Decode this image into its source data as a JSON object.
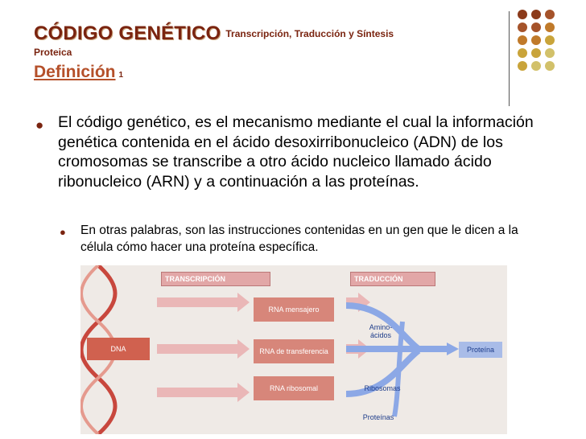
{
  "slide": {
    "title": "CÓDIGO GENÉTICO",
    "subtitle_line1": "Transcripción, Traducción y Síntesis",
    "subtitle_line2": "Proteica",
    "heading": "Definición",
    "heading_index": "1"
  },
  "body": {
    "paragraph1": "El código genético, es el mecanismo mediante el cual la información genética contenida en el ácido desoxirribonucleico (ADN) de los cromosomas se transcribe a otro ácido nucleico llamado ácido ribonucleico (ARN) y a continuación a las proteínas.",
    "paragraph2": "En otras palabras, son las instrucciones contenidas en un gen que le dicen a la célula cómo hacer una proteína específica."
  },
  "figure": {
    "transcripcion": "TRANSCRIPCIÓN",
    "traduccion": "TRADUCCIÓN",
    "dna": "DNA",
    "rna_mensajero": "RNA mensajero",
    "rna_transferencia": "RNA de transferencia",
    "rna_ribosomal": "RNA ribosomal",
    "aminoacidos": "Amino-ácidos",
    "proteina": "Proteína",
    "ribosomas": "Ribosomas",
    "proteinas": "Proteínas"
  },
  "colors": {
    "title": "#7a2410",
    "heading": "#b5502a",
    "dots": [
      "#8b3a1a",
      "#a5532a",
      "#c07a2a",
      "#c9a43a",
      "#d2c16a"
    ]
  }
}
